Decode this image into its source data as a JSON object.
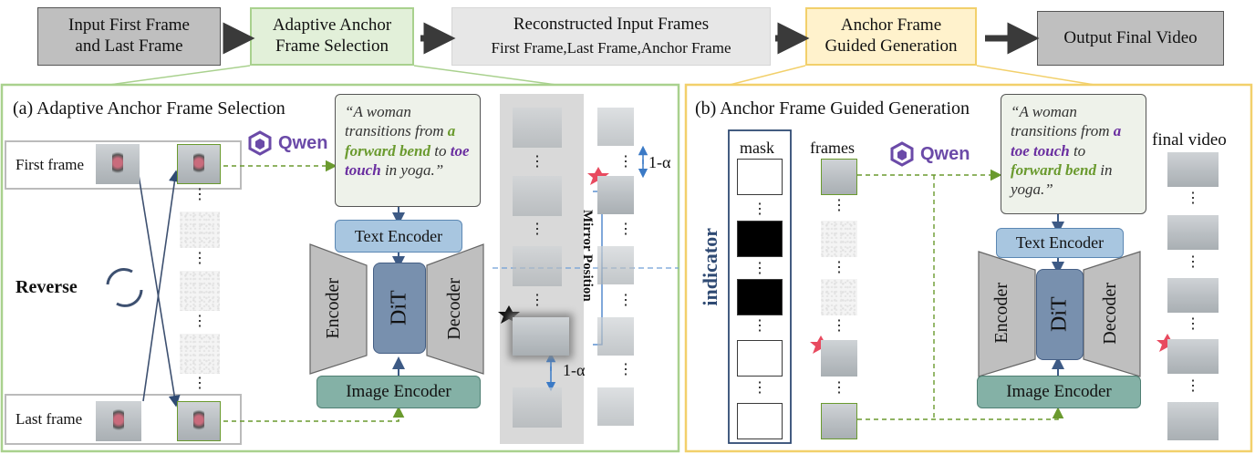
{
  "pipeline": {
    "step1": "Input First Frame\nand Last Frame",
    "step2": "Adaptive Anchor\nFrame Selection",
    "step3_title": "Reconstructed Input Frames",
    "step3_sub": "First Frame,Last Frame,Anchor Frame",
    "step4": "Anchor Frame\nGuided Generation",
    "step5": "Output Final Video"
  },
  "panel_a": {
    "title": "(a) Adaptive Anchor Frame Selection",
    "first_frame": "First frame",
    "last_frame": "Last frame",
    "reverse": "Reverse",
    "qwen": "Qwen",
    "prompt_pre": "“A woman transitions from ",
    "prompt_k1": "a forward bend",
    "prompt_mid": " to ",
    "prompt_k2": "toe touch",
    "prompt_post": " in yoga.”",
    "text_encoder": "Text Encoder",
    "encoder": "Encoder",
    "dit": "DiT",
    "decoder": "Decoder",
    "image_encoder": "Image Encoder",
    "mirror_position": "Mirror Position",
    "alpha_top": "1-α",
    "alpha_bottom": "1-α"
  },
  "panel_b": {
    "title": "(b) Anchor Frame Guided Generation",
    "indicator": "indicator",
    "mask": "mask",
    "frames": "frames",
    "final_video": "final video",
    "qwen": "Qwen",
    "prompt_pre": "“A woman transitions from ",
    "prompt_k1": "a toe touch",
    "prompt_mid": " to ",
    "prompt_k2": "forward bend",
    "prompt_post": " in yoga.”",
    "text_encoder": "Text Encoder",
    "encoder": "Encoder",
    "dit": "DiT",
    "decoder": "Decoder",
    "image_encoder": "Image Encoder"
  },
  "colors": {
    "green_border": "#a9d18e",
    "yellow_border": "#f2d06b",
    "encoder_blue": "#a8c6e0",
    "dit_blue": "#7890ae",
    "image_enc_teal": "#84b1a6",
    "gray_box": "#bfbfbf",
    "star_red": "#e84a5f"
  }
}
